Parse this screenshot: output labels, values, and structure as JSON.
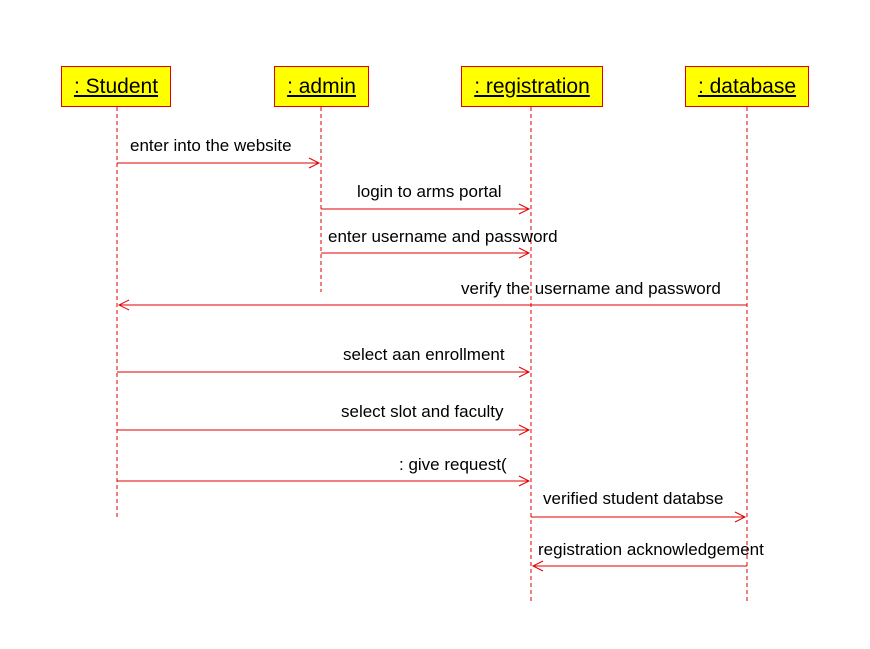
{
  "participants": [
    {
      "label": ": Student"
    },
    {
      "label": ": admin"
    },
    {
      "label": ": registration"
    },
    {
      "label": ": database"
    }
  ],
  "messages": [
    {
      "label": "enter into the website"
    },
    {
      "label": "login to arms portal"
    },
    {
      "label": "enter username and password"
    },
    {
      "label": "verify the username and password"
    },
    {
      "label": "select aan enrollment"
    },
    {
      "label": "select slot and faculty"
    },
    {
      "label": ": give request("
    },
    {
      "label": "verified student databse"
    },
    {
      "label": "registration acknowledgement"
    }
  ],
  "colors": {
    "box_fill": "#ffff00",
    "line": "#e00000"
  }
}
